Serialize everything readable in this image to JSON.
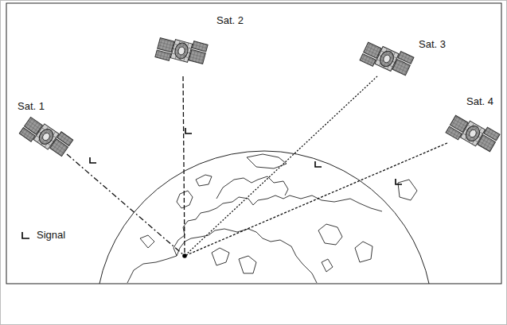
{
  "diagram": {
    "nodes": [
      {
        "text": [
          "Sat. 1"
        ]
      },
      {
        "text": [
          "Sat. 2"
        ]
      },
      {
        "text": [
          "Sat. 3"
        ]
      },
      {
        "text": [
          "Sat. 4"
        ]
      }
    ],
    "legend": [
      {
        "text": "Signal"
      }
    ]
  }
}
